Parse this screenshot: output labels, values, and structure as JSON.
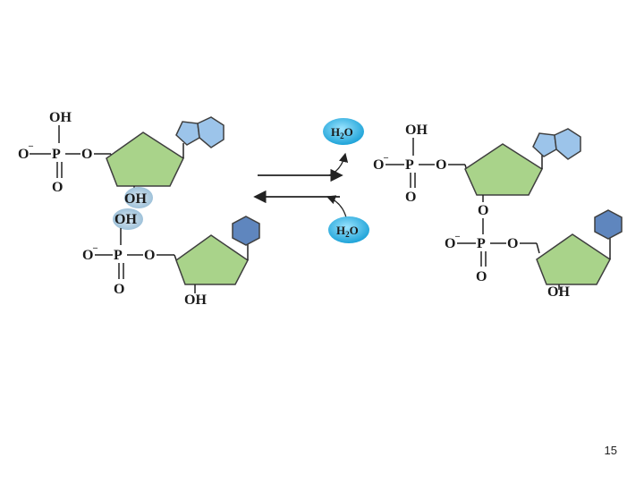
{
  "labels": {
    "oh": "OH",
    "o": "O",
    "p": "P",
    "minus": "–",
    "water_h": "H",
    "water_2": "2",
    "water_o": "O"
  },
  "page_number": "15",
  "colors": {
    "sugar_fill": "#a9d38a",
    "sugar_stroke": "#3f3f3f",
    "purine_fill": "#9cc4ea",
    "pyrimidine_fill": "#5f86be",
    "water_fill": "#2fb2e3",
    "hydroxyl_glow": "#b8d4e6"
  }
}
